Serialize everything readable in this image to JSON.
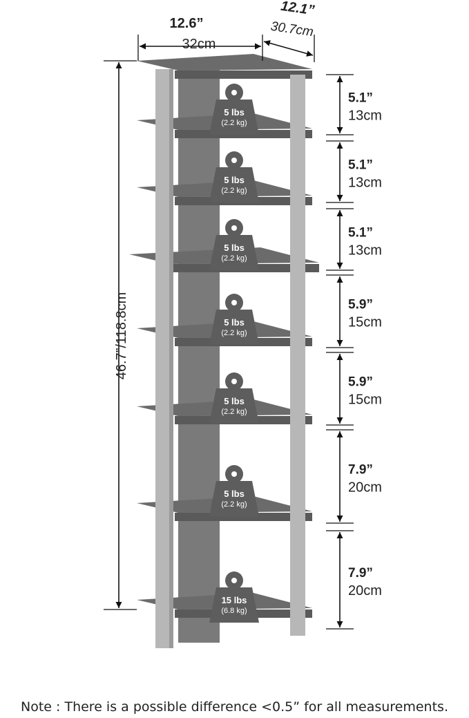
{
  "colors": {
    "shelf_top": "#6b6b6b",
    "shelf_front": "#5a5a5a",
    "post_light": "#b7b7b7",
    "post_dark": "#9a9a9a",
    "back_panel": "#7a7a7a",
    "weight_fill": "#5d5d5d",
    "line": "#111111"
  },
  "dims": {
    "width_in": "12.6”",
    "width_cm": "32cm",
    "depth_in": "12.1”",
    "depth_cm": "30.7cm",
    "height": "46.7”/118.8cm"
  },
  "gaps": [
    {
      "inch": "5.1”",
      "cm": "13cm"
    },
    {
      "inch": "5.1”",
      "cm": "13cm"
    },
    {
      "inch": "5.1”",
      "cm": "13cm"
    },
    {
      "inch": "5.9”",
      "cm": "15cm"
    },
    {
      "inch": "5.9”",
      "cm": "15cm"
    },
    {
      "inch": "7.9”",
      "cm": "20cm"
    },
    {
      "inch": "7.9”",
      "cm": "20cm"
    }
  ],
  "weights": [
    {
      "lbs": "5 lbs",
      "kg": "(2.2 kg)"
    },
    {
      "lbs": "5 lbs",
      "kg": "(2.2 kg)"
    },
    {
      "lbs": "5 lbs",
      "kg": "(2.2 kg)"
    },
    {
      "lbs": "5 lbs",
      "kg": "(2.2 kg)"
    },
    {
      "lbs": "5 lbs",
      "kg": "(2.2 kg)"
    },
    {
      "lbs": "5 lbs",
      "kg": "(2.2 kg)"
    },
    {
      "lbs": "15 lbs",
      "kg": "(6.8 kg)"
    }
  ],
  "note": "Note : There is a possible difference <0.5” for all measurements."
}
